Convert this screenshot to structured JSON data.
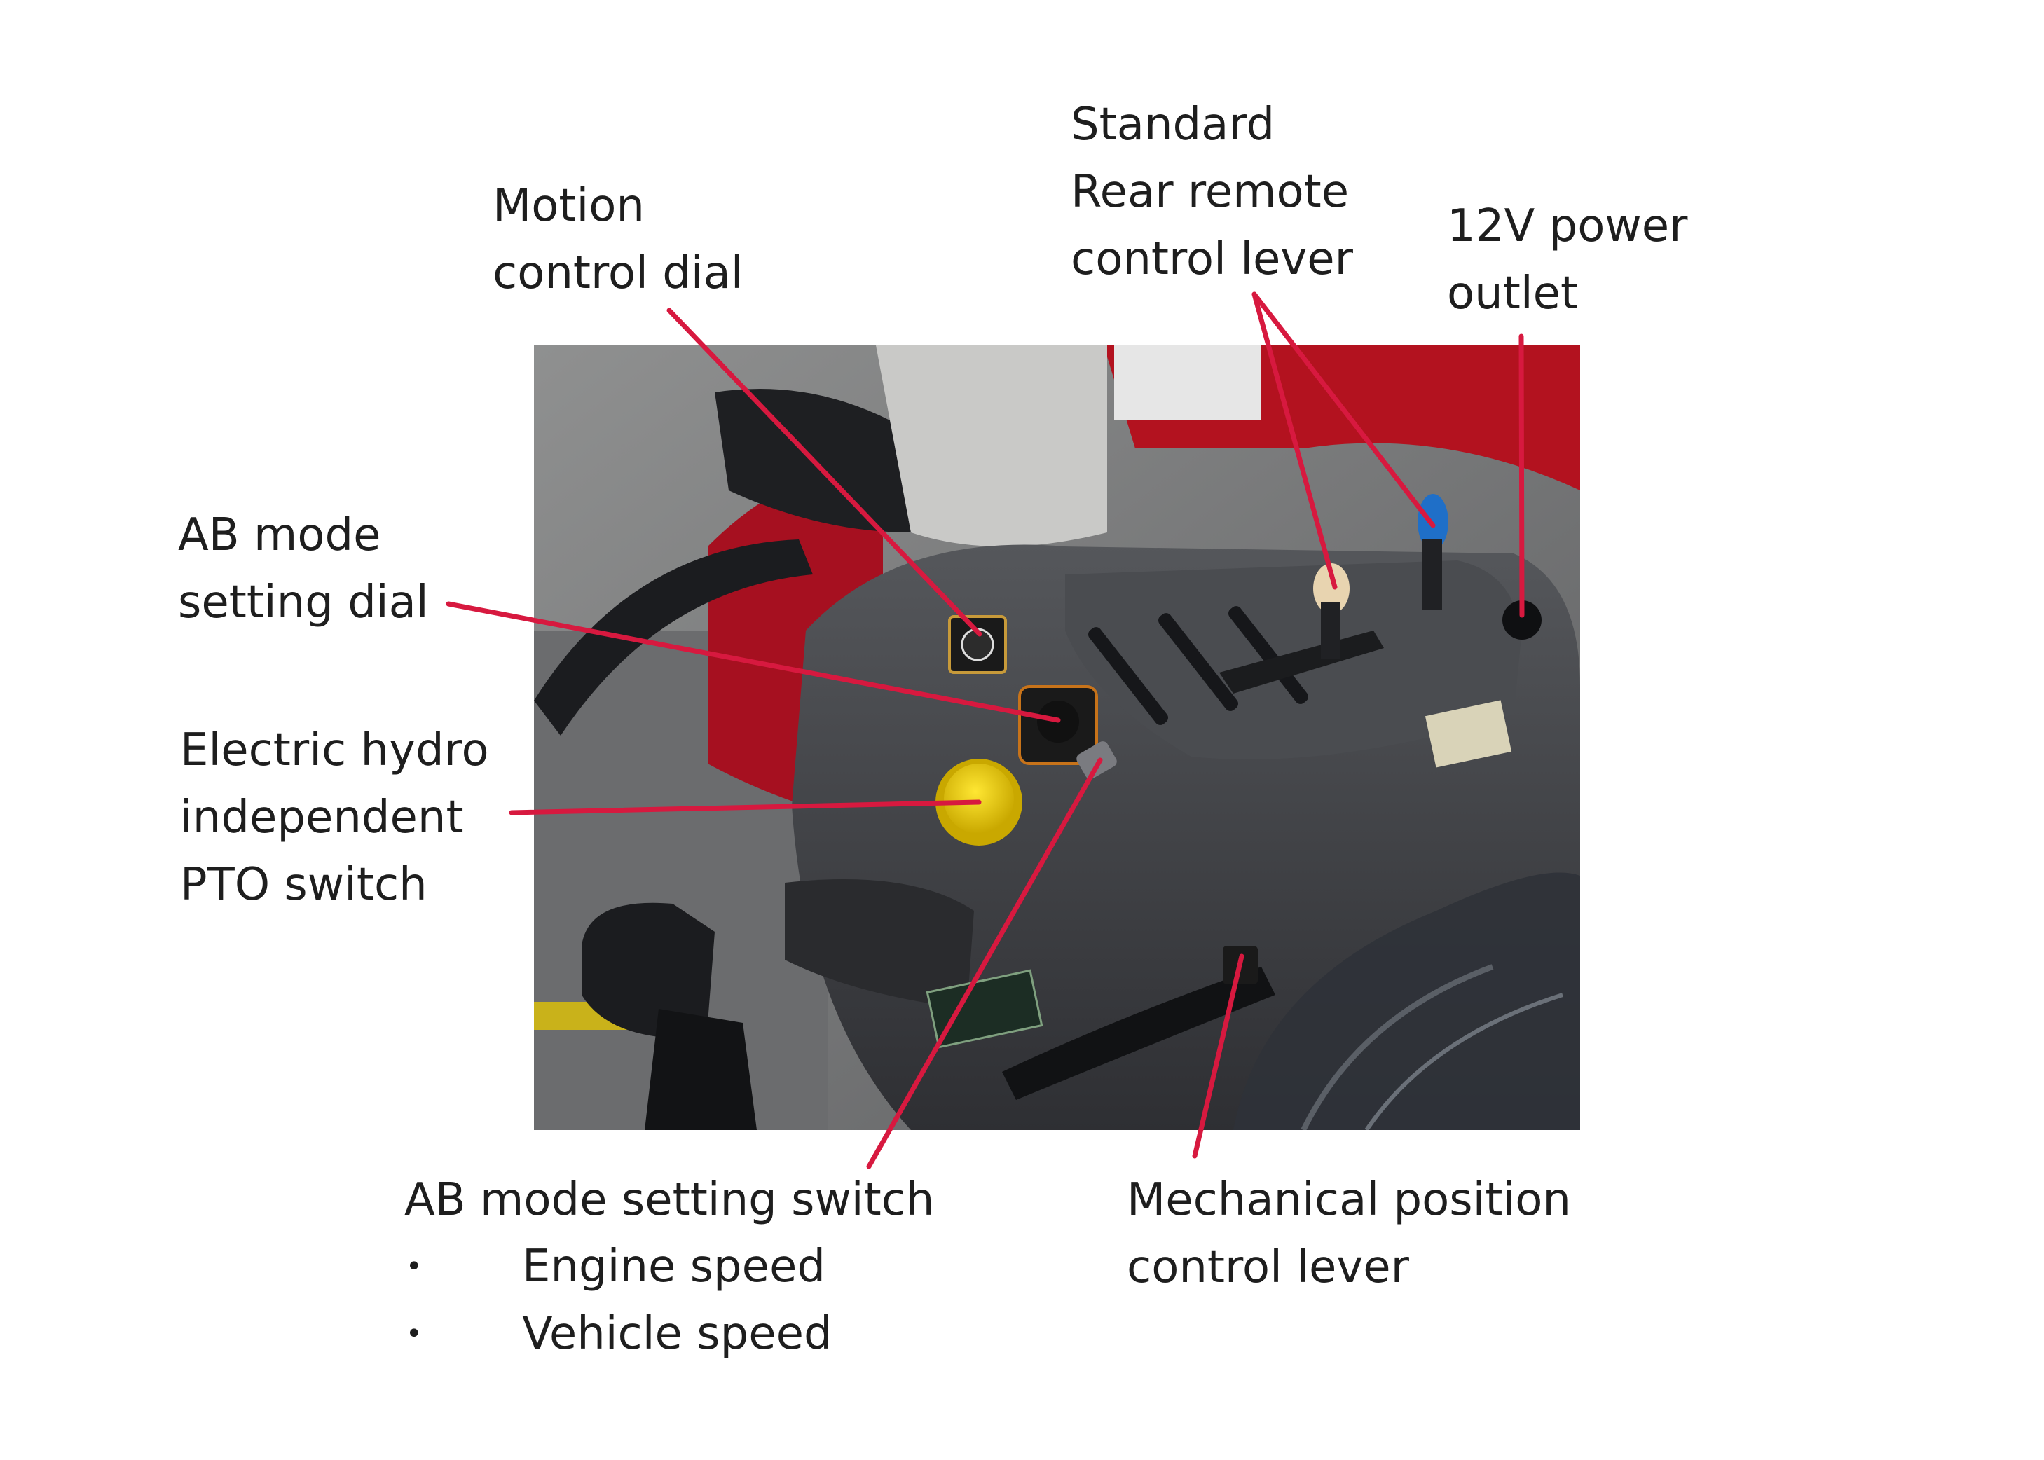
{
  "callouts": {
    "motion_control_dial": [
      "Motion",
      "control dial"
    ],
    "rear_remote_control_lever": [
      "Standard",
      "Rear remote",
      "control lever"
    ],
    "power_outlet": [
      "12V power",
      "outlet"
    ],
    "ab_mode_setting_dial": [
      "AB mode",
      "setting dial"
    ],
    "pto_switch": [
      "Electric hydro",
      "independent",
      "PTO switch"
    ],
    "ab_mode_setting_switch": {
      "title": "AB mode setting switch",
      "items": [
        "Engine speed",
        "Vehicle speed"
      ],
      "bullet": "•"
    },
    "position_control_lever": [
      "Mechanical position",
      "control lever"
    ]
  },
  "colors": {
    "leader_line": "#d7193f",
    "pto_knob": "#f2d100",
    "rear_lever_knob": "#1f6fc8",
    "cab_red": "#b3121f",
    "console_dark": "#3d3e42"
  }
}
